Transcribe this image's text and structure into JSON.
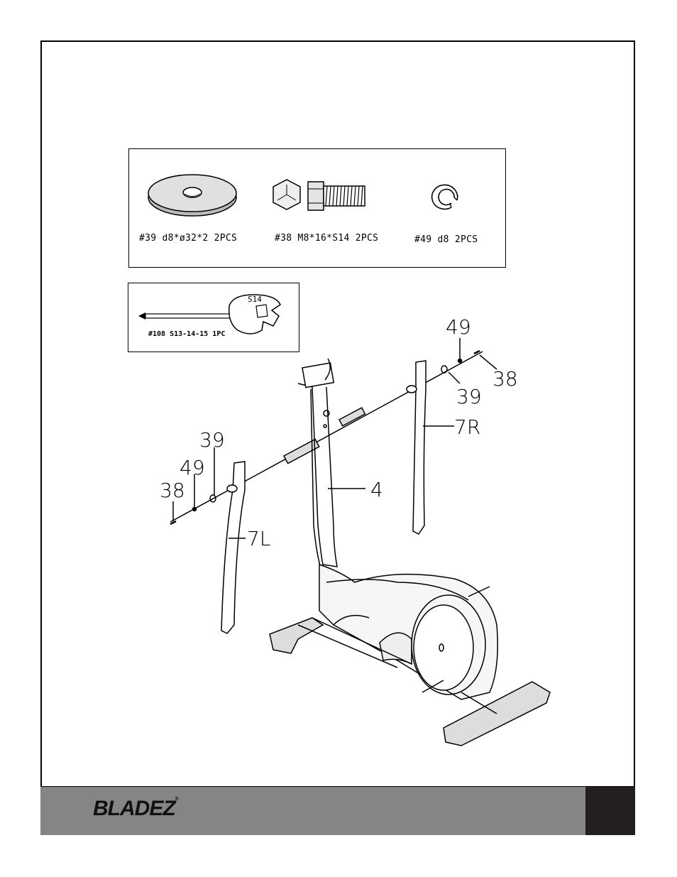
{
  "parts": {
    "washer": "#39 d8*ø32*2 2PCS",
    "bolt": "#38 M8*16*S14 2PCS",
    "spring_washer": "#49 d8 2PCS"
  },
  "tool": {
    "head_label": "S14",
    "label": "#108 S13-14-15 1PC"
  },
  "callouts": {
    "right_49": "49",
    "right_38": "38",
    "right_39": "39",
    "right_7R": "7R",
    "left_39": "39",
    "left_49": "49",
    "left_38": "38",
    "left_7L": "7L",
    "frame_4": "4"
  },
  "footer": {
    "brand": "BLADEZ",
    "trademark": "®"
  }
}
